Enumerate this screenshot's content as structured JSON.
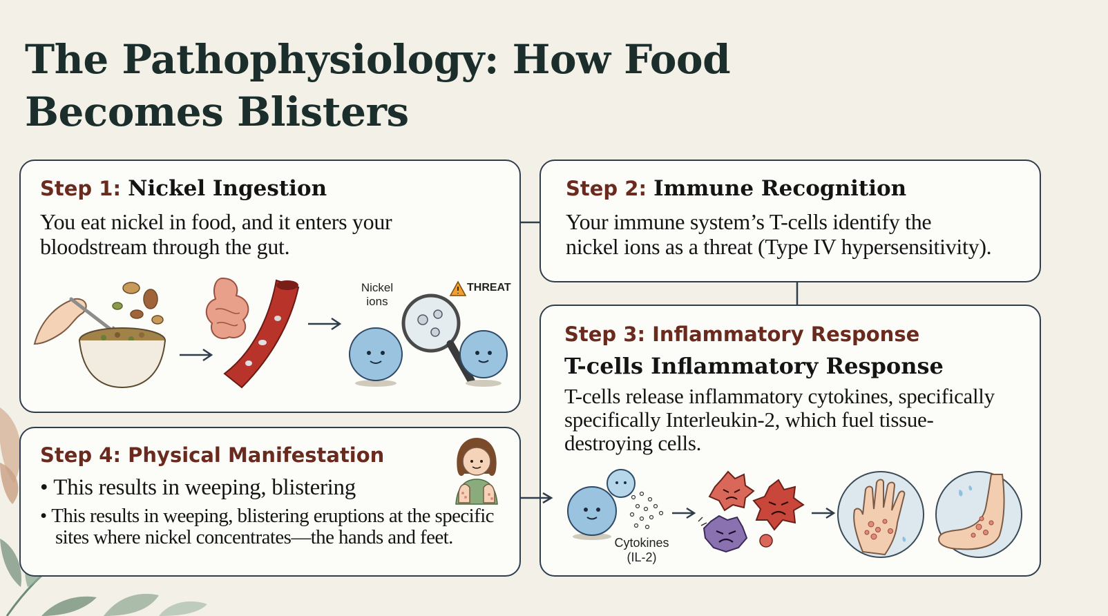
{
  "title": {
    "line1": "The Pathophysiology: How Food",
    "line2": "Becomes Blisters"
  },
  "steps": [
    {
      "label": "Step 1:",
      "heading": "Nickel Ingestion",
      "body_line1": "You eat nickel in food, and it enters your",
      "body_line2": "bloodstream through the gut."
    },
    {
      "label": "Step 2:",
      "heading": "Immune Recognition",
      "body_line1": "Your immune system’s T-cells identify the",
      "body_line2": "nickel ions as a threat (Type IV hypersensitivity)."
    },
    {
      "label": "Step 3: Inflammatory Response",
      "subheading": "T-cells Inflammatory Response",
      "body_line1": "T-cells release inflammatory cytokines, specifically",
      "body_line2": "specifically Interleukin-2, which fuel tissue-",
      "body_line3": "destroying cells."
    },
    {
      "label": "Step 4: Physical Manifestation",
      "bullet1": "This results in weeping, blistering",
      "bullet2_line1": "This results in weeping, blistering eruptions at the specific",
      "bullet2_line2": "sites where nickel concentrates—the hands and feet."
    }
  ],
  "illustration_labels": {
    "nickel_line1": "Nickel",
    "nickel_line2": "ions",
    "threat": "THREAT",
    "cytokines_line1": "Cytokines",
    "cytokines_line2": "(IL-2)"
  },
  "icons": [
    "hand-fork-icon",
    "food-bowl-icon",
    "nuts-icon",
    "intestine-icon",
    "blood-vessel-icon",
    "magnifier-icon",
    "warning-icon",
    "t-cell-icon",
    "angry-cell-icon",
    "hand-blisters-icon",
    "foot-blisters-icon",
    "girl-icon",
    "leaves-icon",
    "arrow-right-icon",
    "arrow-down-icon"
  ],
  "colors": {
    "background": "#f3f1e7",
    "title": "#1c2e2c",
    "step_label": "#6b2a1e",
    "box_border": "#2f3d4a",
    "box_fill": "#fcfcf8"
  }
}
